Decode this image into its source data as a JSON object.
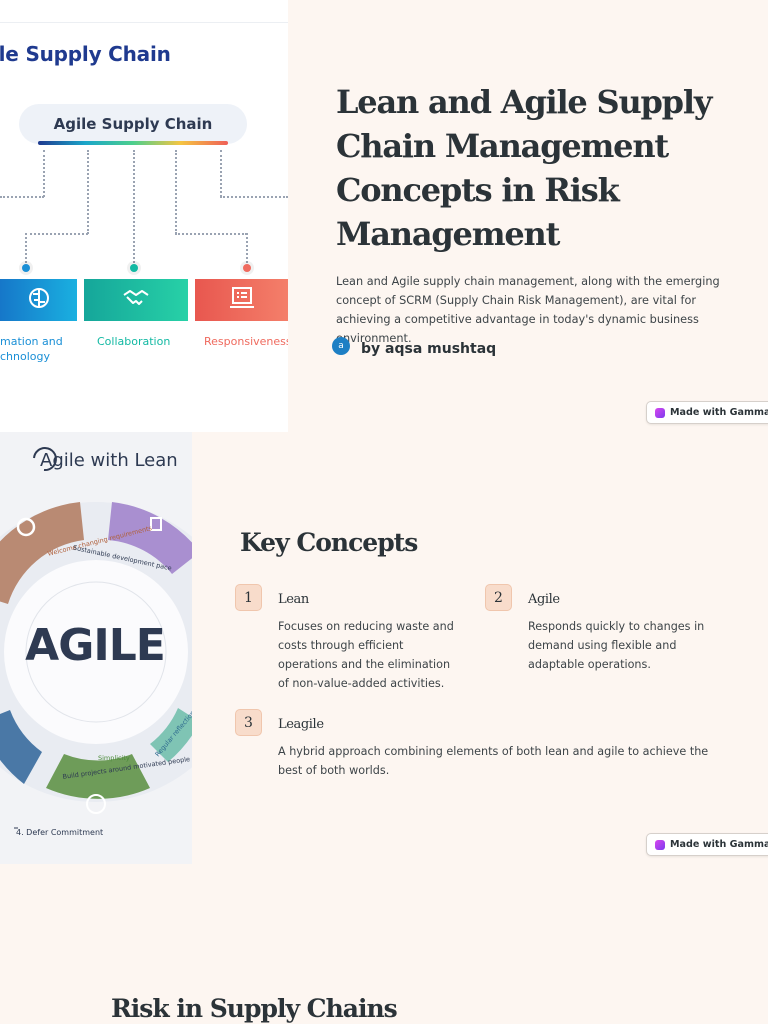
{
  "slide1": {
    "image": {
      "title": "ile Supply Chain",
      "pill_label": "Agile Supply Chain",
      "tiles": [
        {
          "label": "mation and\nchnology",
          "icon": "brain-icon",
          "color": "#1a8fd6"
        },
        {
          "label": "Collaboration",
          "icon": "handshake-icon",
          "color": "#13b9a3"
        },
        {
          "label": "Responsiveness",
          "icon": "laptop-checklist-icon",
          "color": "#ef6a5e"
        }
      ]
    },
    "title": "Lean and Agile Supply Chain Management Concepts in Risk Management",
    "description": "Lean and Agile supply chain management, along with the emerging concept of SCRM (Supply Chain Risk Management), are vital for achieving a competitive advantage in today's dynamic business environment.",
    "author_initial": "a",
    "author": "by aqsa mushtaq",
    "badge": "Made with Gamma"
  },
  "slide2": {
    "image": {
      "logo_text": "Agile with Lean",
      "center_word": "AGILE",
      "footer_text": "4. Defer Commitment",
      "ring_text": [
        "Welcome changing requirements",
        "Sustainable development pace",
        "Simplicity",
        "Build projects around motivated people",
        "Regular reflection & adjustment"
      ]
    },
    "title": "Key Concepts",
    "concepts": [
      {
        "num": "1",
        "title": "Lean",
        "desc": "Focuses on reducing waste and costs through efficient operations and the elimination of non-value-added activities."
      },
      {
        "num": "2",
        "title": "Agile",
        "desc": "Responds quickly to changes in demand using flexible and adaptable operations."
      },
      {
        "num": "3",
        "title": "Leagile",
        "desc": "A hybrid approach combining elements of both lean and agile to achieve the best of both worlds."
      }
    ],
    "badge": "Made with Gamma"
  },
  "slide3": {
    "title": "Risk in Supply Chains"
  }
}
